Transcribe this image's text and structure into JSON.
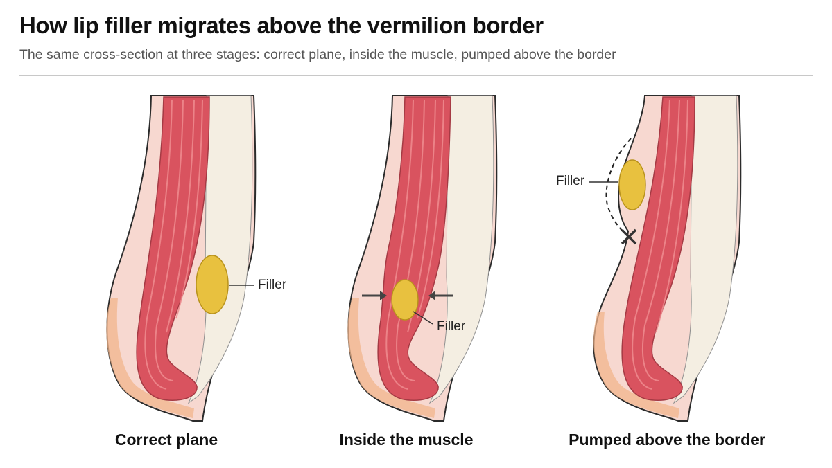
{
  "header": {
    "title": "How lip filler migrates above the vermilion border",
    "subtitle": "The same cross-section at three stages: correct plane, inside the muscle, pumped above the border"
  },
  "panels": [
    {
      "label": "Correct plane",
      "filler_label": "Filler"
    },
    {
      "label": "Inside the muscle",
      "filler_label": "Filler"
    },
    {
      "label": "Pumped above the border",
      "filler_label": "Filler"
    }
  ],
  "colors": {
    "skin": "#f7d8d0",
    "skin_edge": "#2b2b2b",
    "muscle": "#d9535f",
    "muscle_light": "#ee8c8f",
    "mucosa": "#f4eee2",
    "vermilion": "#f2b58c",
    "filler": "#e8c13f",
    "filler_edge": "#b8921c",
    "arrow": "#444444"
  },
  "icons": [
    "compression-arrow-icon",
    "blocked-x-icon"
  ]
}
